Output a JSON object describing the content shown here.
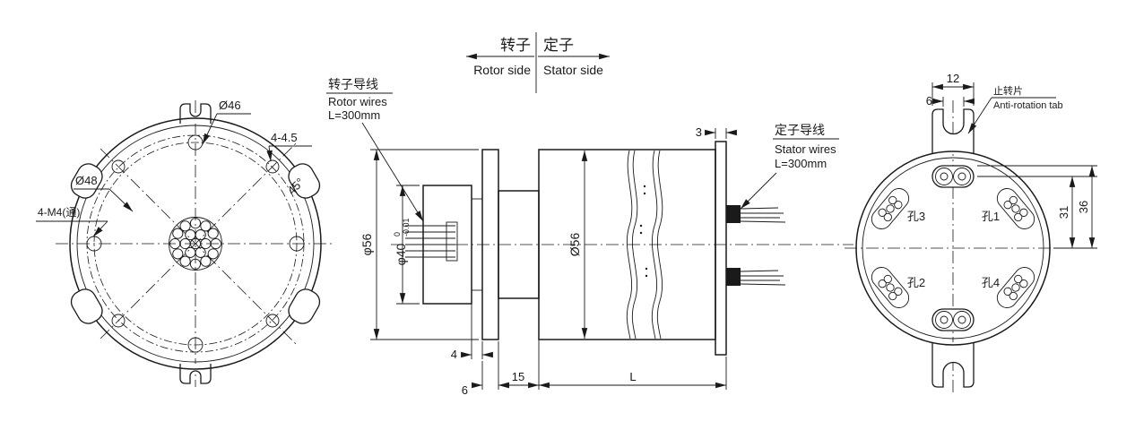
{
  "colors": {
    "line": "#1a1a1a",
    "background": "#ffffff"
  },
  "header": {
    "rotor_zh": "转子",
    "stator_zh": "定子",
    "rotor_en": "Rotor side",
    "stator_en": "Stator side"
  },
  "left_view": {
    "dim_d46": "Ø46",
    "dim_d48": "Ø48",
    "dim_holes": "4-4.5",
    "dim_angle": "45°",
    "dim_m4": "4-M4(通)"
  },
  "middle_view": {
    "rotor_wires_zh": "转子导线",
    "rotor_wires_en": "Rotor wires",
    "rotor_wires_len": "L=300mm",
    "stator_wires_zh": "定子导线",
    "stator_wires_en": "Stator wires",
    "stator_wires_len": "L=300mm",
    "dim_phi56": "φ56",
    "dim_phi40": "φ40",
    "dim_phi40_tol_upper": "0",
    "dim_phi40_tol_lower": "-0.01",
    "dim_d56": "Ø56",
    "dim_3": "3",
    "dim_4": "4",
    "dim_6": "6",
    "dim_15": "15",
    "dim_L": "L"
  },
  "right_view": {
    "dim_12": "12",
    "dim_6": "6",
    "dim_31": "31",
    "dim_36": "36",
    "tab_zh": "止转片",
    "tab_en": "Anti-rotation tab",
    "hole1": "孔1",
    "hole2": "孔2",
    "hole3": "孔3",
    "hole4": "孔4"
  }
}
